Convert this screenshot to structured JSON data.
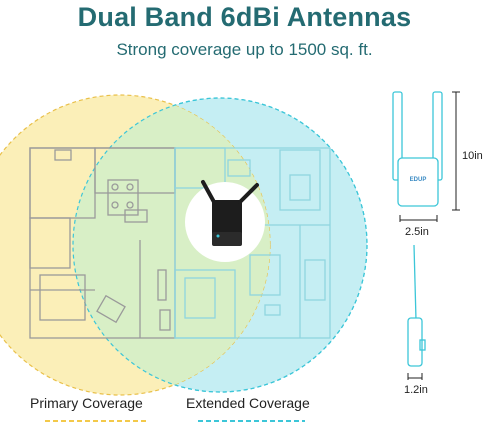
{
  "header": {
    "title": "Dual Band 6dBi Antennas",
    "subtitle": "Strong coverage up to 1500 sq. ft."
  },
  "legend": {
    "primary_label": "Primary Coverage",
    "extended_label": "Extended Coverage",
    "primary_color": "#f3c94a",
    "extended_color": "#3cc6d8"
  },
  "dimensions": {
    "height": "10in",
    "width": "2.5in",
    "depth": "1.2in"
  },
  "device": {
    "brand": "EDUP"
  },
  "colors": {
    "title": "#246b72",
    "primary_fill": "#fbefb8",
    "extended_fill": "#c5eef3",
    "overlap_fill": "#d8efc6"
  }
}
